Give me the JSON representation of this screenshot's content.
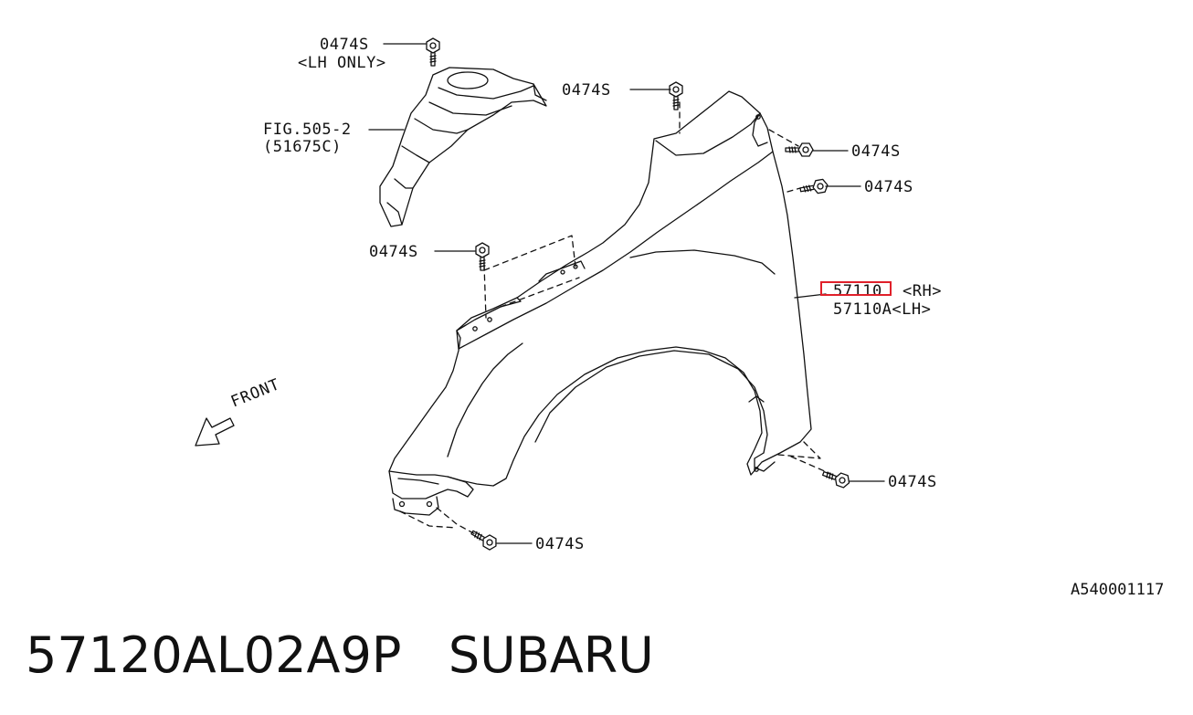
{
  "callouts": {
    "top_bolt_lh": "0474S",
    "lh_only": "<LH ONLY>",
    "fig_ref": "FIG.505-2",
    "fig_part": "(51675C)",
    "top_bolt_fender": "0474S",
    "upper_right_bolt_1": "0474S",
    "upper_right_bolt_2": "0474S",
    "mid_left_bolt": "0474S",
    "part_rh_number": "57110",
    "part_rh_side": "<RH>",
    "part_lh": "57110A<LH>",
    "lower_right_bolt": "0474S",
    "bottom_bolt": "0474S",
    "front": "FRONT"
  },
  "image_code": "A540001117",
  "footer": {
    "part_number": "57120AL02A9P",
    "brand": "SUBARU"
  },
  "colors": {
    "line": "#111111",
    "highlight": "#e0202a"
  }
}
